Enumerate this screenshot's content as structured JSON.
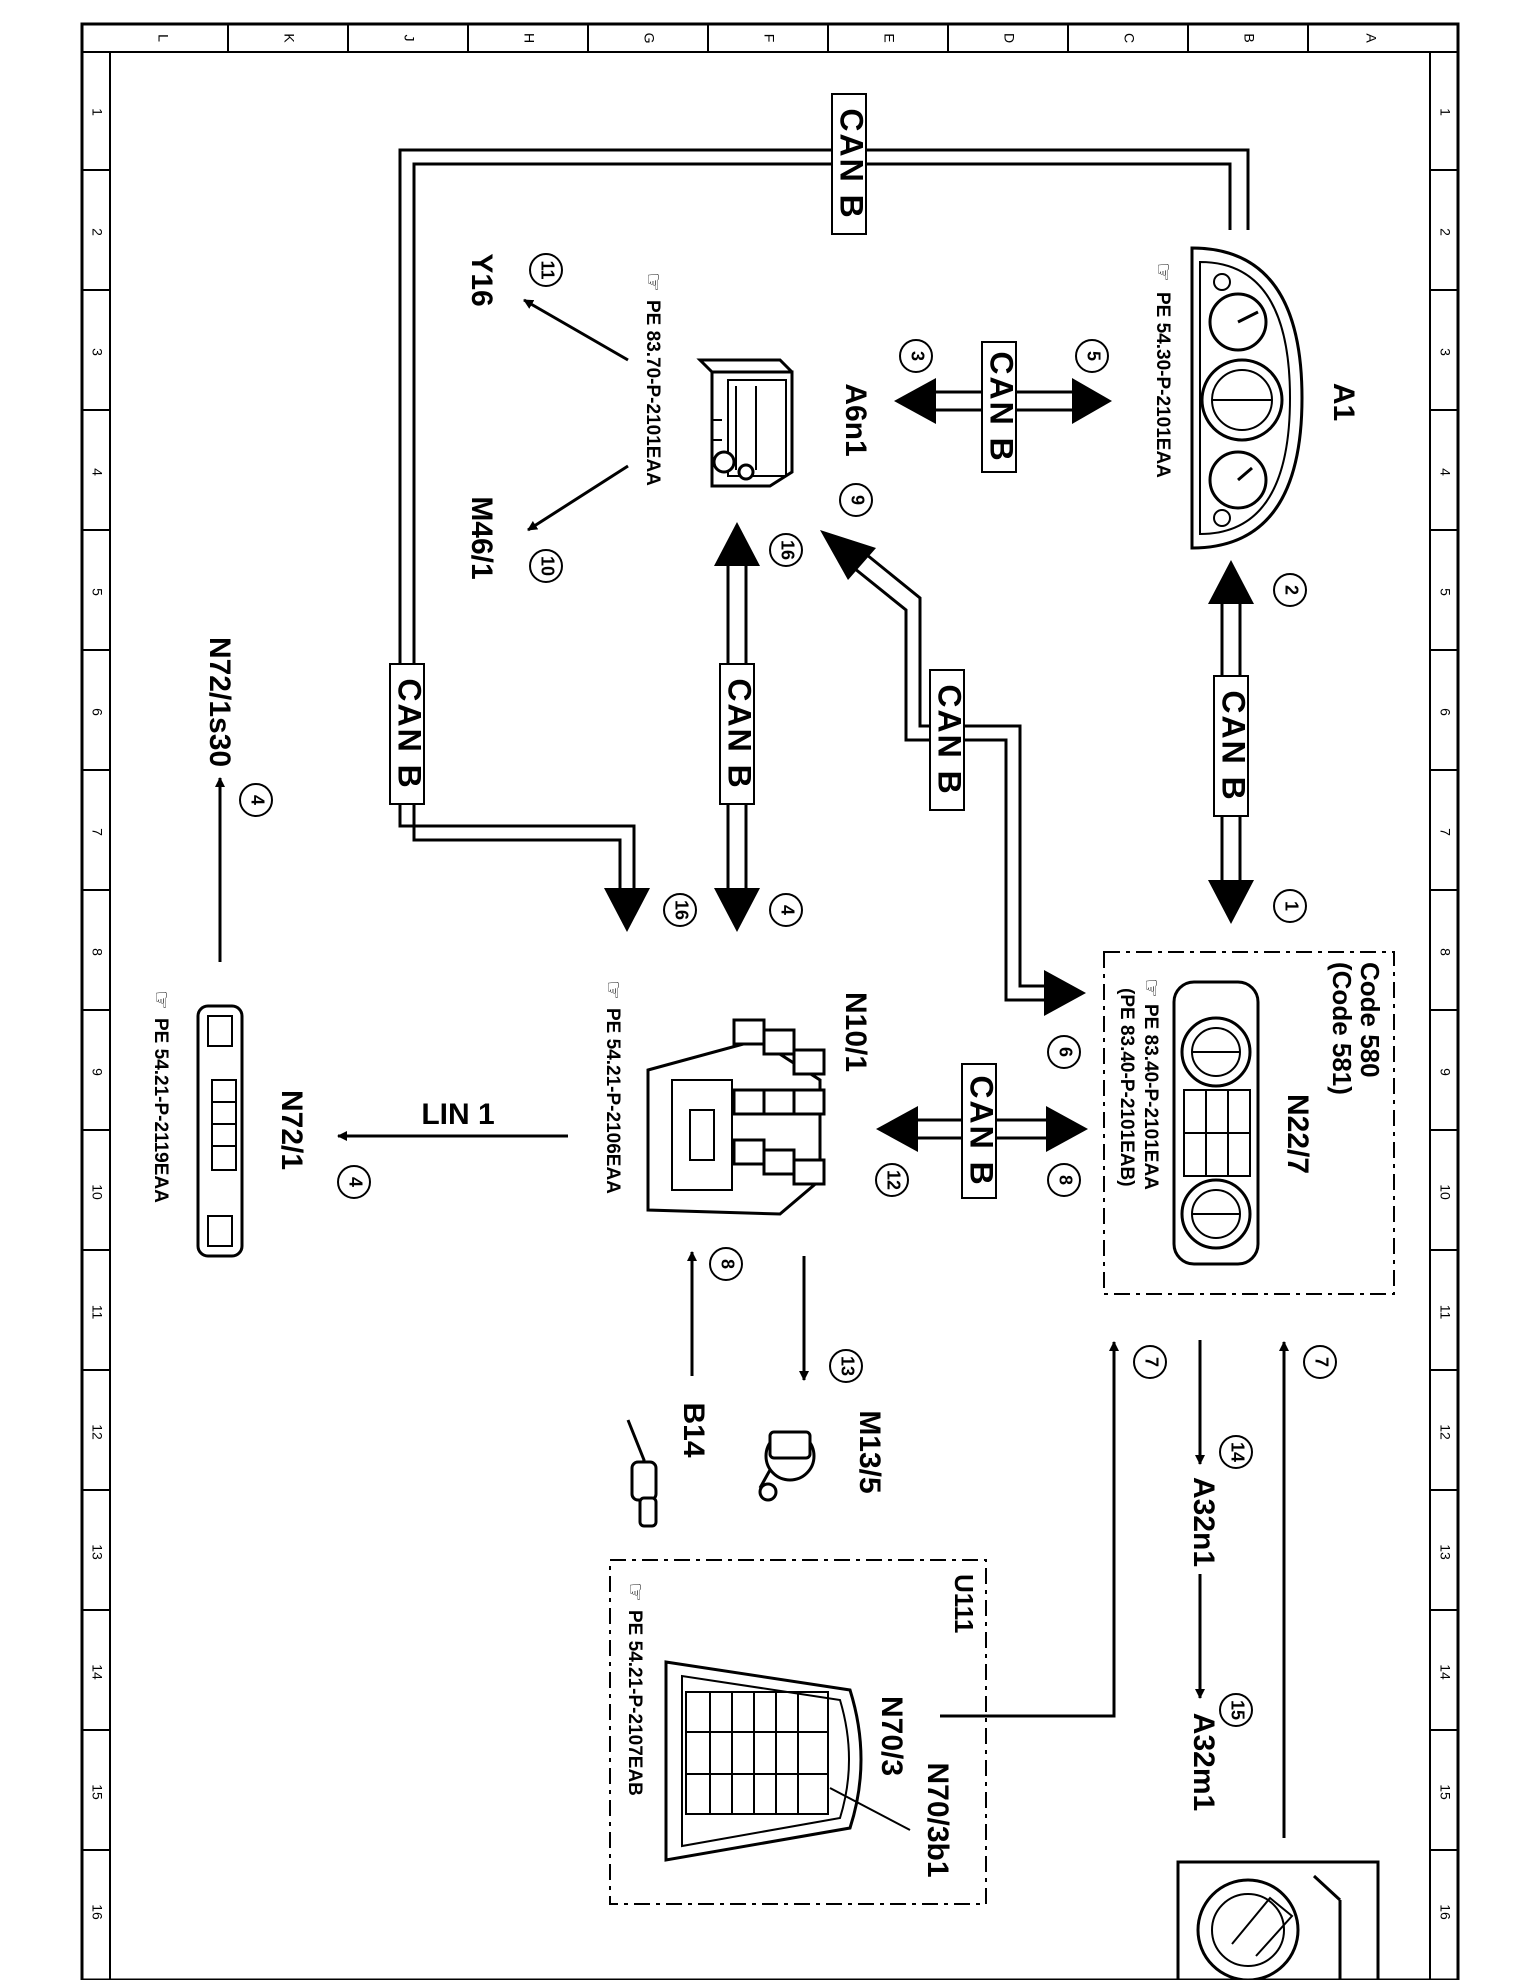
{
  "grid": {
    "columns": [
      "L",
      "K",
      "J",
      "H",
      "G",
      "F",
      "E",
      "D",
      "C",
      "B",
      "A"
    ],
    "rows": [
      "1",
      "2",
      "3",
      "4",
      "5",
      "6",
      "7",
      "8",
      "9",
      "10",
      "11",
      "12",
      "13",
      "14",
      "15",
      "16"
    ]
  },
  "components": {
    "a1": {
      "label": "A1",
      "ref": "PE 54.30-P-2101EAA"
    },
    "a6n1": {
      "label": "A6n1",
      "ref": "PE 83.70-P-2101EAA"
    },
    "n22_7": {
      "label": "N22/7",
      "code_a": "Code 580",
      "code_b": "(Code 581)",
      "ref_a": "PE 83.40-P-2101EAA",
      "ref_b": "(PE 83.40-P-2101EAB)"
    },
    "n10_1": {
      "label": "N10/1",
      "ref": "PE 54.21-P-2106EAA"
    },
    "n72_1": {
      "label": "N72/1",
      "ref": "PE 54.21-P-2119EAA"
    },
    "n72_1s30": {
      "label": "N72/1s30"
    },
    "y16": {
      "label": "Y16"
    },
    "m46_1": {
      "label": "M46/1"
    },
    "m13_5": {
      "label": "M13/5"
    },
    "b14": {
      "label": "B14"
    },
    "a32n1": {
      "label": "A32n1"
    },
    "a32m1": {
      "label": "A32m1"
    },
    "u111": {
      "label": "U111"
    },
    "n70_3": {
      "label": "N70/3",
      "ref": "PE 54.21-P-2107EAB"
    },
    "n70_3b1": {
      "label": "N70/3b1"
    }
  },
  "buses": {
    "can": "CAN B",
    "lin": "LIN 1"
  },
  "signals": {
    "s1": "1",
    "s2": "2",
    "s3": "3",
    "s4a": "4",
    "s4b": "4",
    "s4c": "4",
    "s5": "5",
    "s6": "6",
    "s7a": "7",
    "s7b": "7",
    "s8a": "8",
    "s8b": "8",
    "s9": "9",
    "s10": "10",
    "s11": "11",
    "s12": "12",
    "s13": "13",
    "s14": "14",
    "s15": "15",
    "s16a": "16",
    "s16b": "16"
  }
}
